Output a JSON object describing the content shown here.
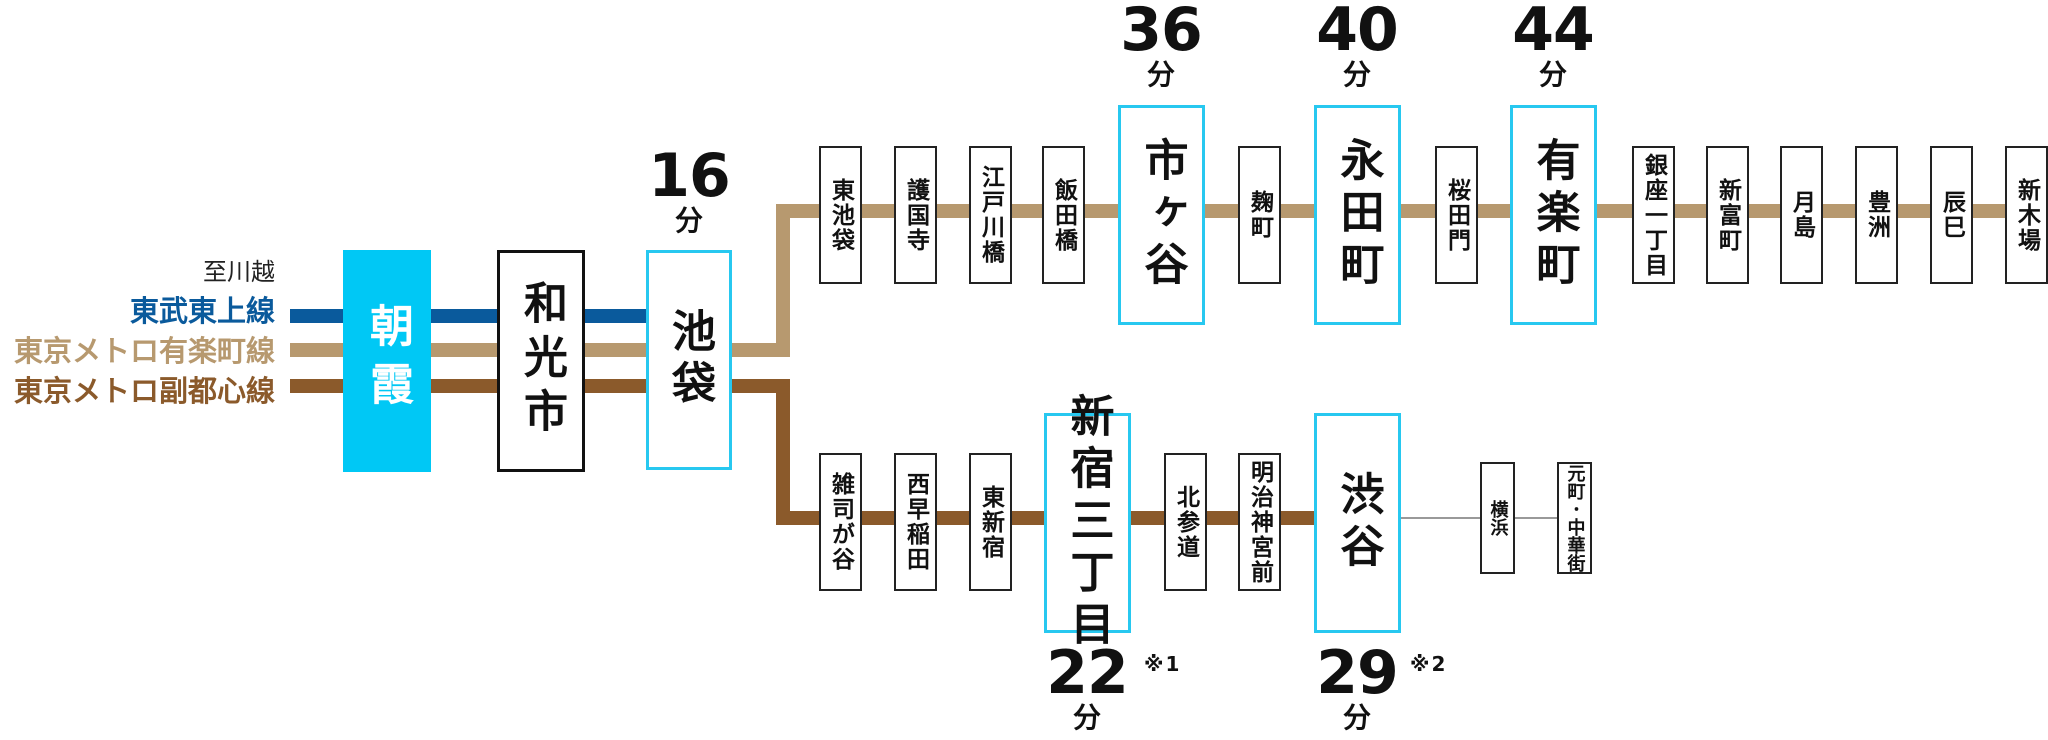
{
  "legend": {
    "destination": "至川越",
    "lines": [
      {
        "name": "東武東上線",
        "color": "#0a5a9c"
      },
      {
        "name": "東京メトロ有楽町線",
        "color": "#b7996f"
      },
      {
        "name": "東京メトロ副都心線",
        "color": "#8b5a2b"
      }
    ]
  },
  "stations": {
    "asaka": "朝霞",
    "wakoshi": "和光市",
    "ikebukuro": "池袋",
    "yurakucho_line": [
      "東池袋",
      "護国寺",
      "江戸川橋",
      "飯田橋",
      "市ヶ谷",
      "麹町",
      "永田町",
      "桜田門",
      "有楽町",
      "銀座一丁目",
      "新富町",
      "月島",
      "豊洲",
      "辰巳",
      "新木場"
    ],
    "fukutoshin_line": [
      "雑司が谷",
      "西早稲田",
      "東新宿",
      "新宿三丁目",
      "北参道",
      "明治神宮前",
      "渋谷",
      "横浜",
      "元町･中華街"
    ]
  },
  "times": {
    "ikebukuro": "16",
    "ichigaya": "36",
    "nagatacho": "40",
    "yurakucho": "44",
    "shinjuku_sanchome": "22",
    "shibuya": "29",
    "unit": "分"
  },
  "notes": {
    "shinjuku_sanchome": "※1",
    "shibuya": "※2"
  },
  "connector_color": "#999999"
}
